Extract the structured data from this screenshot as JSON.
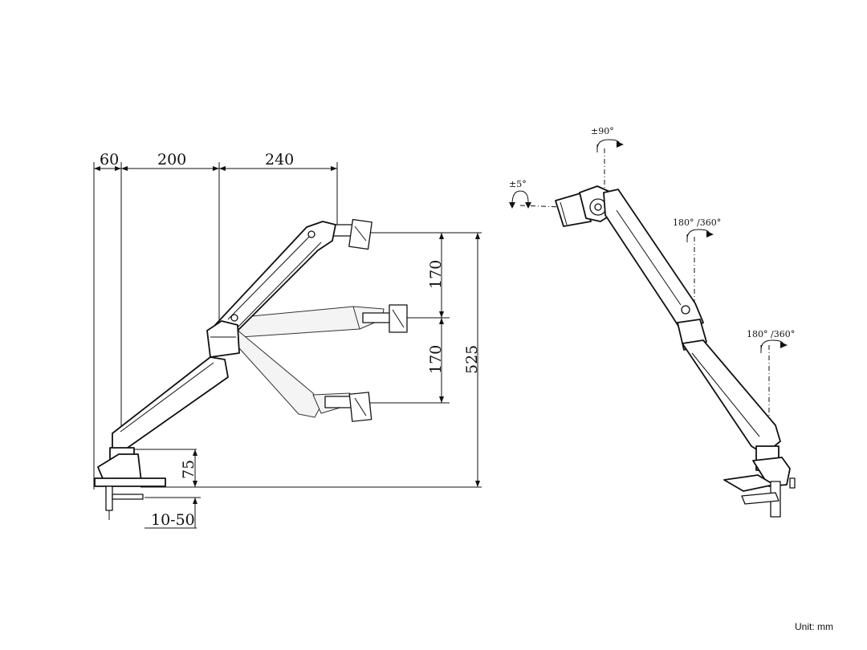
{
  "side_view": {
    "top_dims": [
      "60",
      "200",
      "240"
    ],
    "right_dims": [
      "170",
      "170",
      "525"
    ],
    "height_dim": "75",
    "clamp_dim": "10-50"
  },
  "iso_view": {
    "tilt": "±90°",
    "swivel": "±5°",
    "rot_upper": "180° /360°",
    "rot_lower": "180° /360°"
  },
  "unit_label": "Unit: mm"
}
